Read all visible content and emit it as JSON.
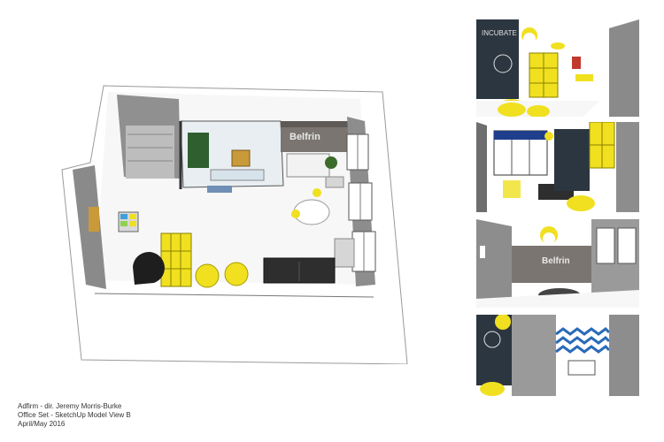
{
  "caption": {
    "line1": "Adfirm - dir. Jeremy Morris-Burke",
    "line2": "Office Set - SketchUp Model View B",
    "line3": "April/May 2016"
  },
  "signage": {
    "wall_logo": "Belfrin",
    "chalkboard": "INCUBATE"
  },
  "colors": {
    "wall": "#8d8d8d",
    "wall_dark": "#6e6e6e",
    "floor": "#ffffff",
    "accent_yellow": "#f0e020",
    "sofa": "#2e2e2e",
    "chalkboard": "#2c3640",
    "window_blue": "#1f3e8c"
  }
}
